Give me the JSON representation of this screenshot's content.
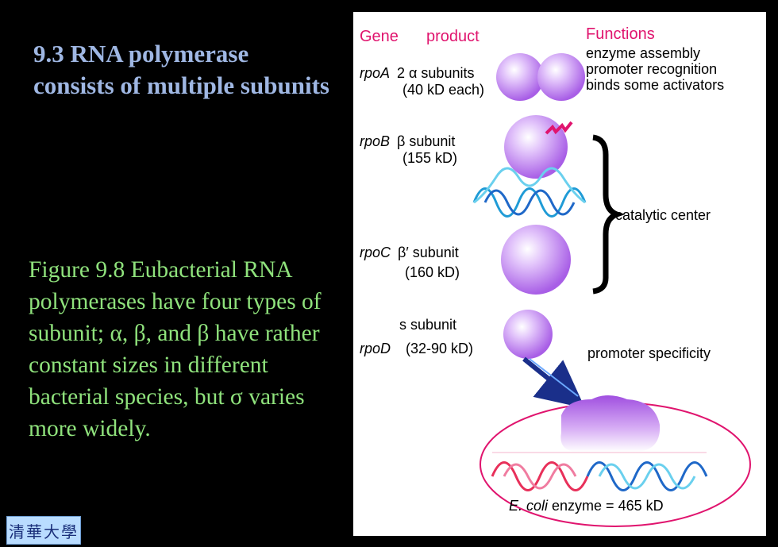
{
  "title": "9.3 RNA polymerase consists of multiple subunits",
  "caption": "Figure 9.8 Eubacterial RNA polymerases have four types of subunit; α, β, and β have rather constant sizes in different bacterial species, but σ varies more widely.",
  "logo_text": "清華大學",
  "diagram": {
    "header_gene": "Gene",
    "header_product": "product",
    "header_functions": "Functions",
    "rpoA_gene": "rpoA",
    "rpoA_product": "2 α subunits",
    "rpoA_size": "(40 kD  each)",
    "rpoA_func_1": "enzyme assembly",
    "rpoA_func_2": "promoter recognition",
    "rpoA_func_3": "binds some activators",
    "rpoB_gene": "rpoB",
    "rpoB_product": "β subunit",
    "rpoB_size": "(155 kD)",
    "catalytic_label": "catalytic center",
    "rpoC_gene": "rpoC",
    "rpoC_product": "β′ subunit",
    "rpoC_size": "(160 kD)",
    "rpoD_product": "s subunit",
    "rpoD_gene": "rpoD",
    "rpoD_size": "(32-90 kD)",
    "promoter_label": "promoter specificity",
    "enzyme_species": "E. coli",
    "enzyme_label": " enzyme  = 465 kD",
    "colors": {
      "header": "#e0146e",
      "sphere": "#c07ff0",
      "dna_blue": "#1f9bd6",
      "dna_red": "#e8305a",
      "arrow": "#1a2f8a"
    }
  }
}
